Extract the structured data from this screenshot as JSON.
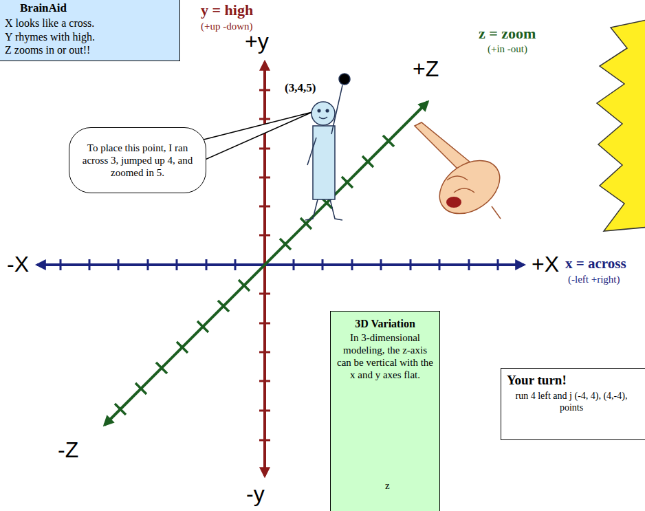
{
  "diagram": {
    "nodes": [
      {
        "text": [
          "BrainAid",
          "X looks like a cross.",
          "Y rhymes with high.",
          "Z zooms in or out!!"
        ]
      },
      {
        "text": [
          "To place this point, I ran across 3, jumped up 4, and zoomed in 5."
        ]
      },
      {
        "text": [
          "3D Variation",
          "In 3-dimensional modeling, the z-axis can be vertical with the x and y axes flat."
        ]
      },
      {
        "text": [
          "Your turn!",
          "run 4 left and j (-4, 4), (4,-4), points"
        ]
      }
    ],
    "labels": [
      "y = high",
      "(+up -down)",
      "+y",
      "z = zoom",
      "(+in -out)",
      "(3,4,5)",
      "+Z",
      "-X",
      "+X",
      "x = across",
      "(-left +right)",
      "-Z",
      "-y",
      "z"
    ]
  }
}
